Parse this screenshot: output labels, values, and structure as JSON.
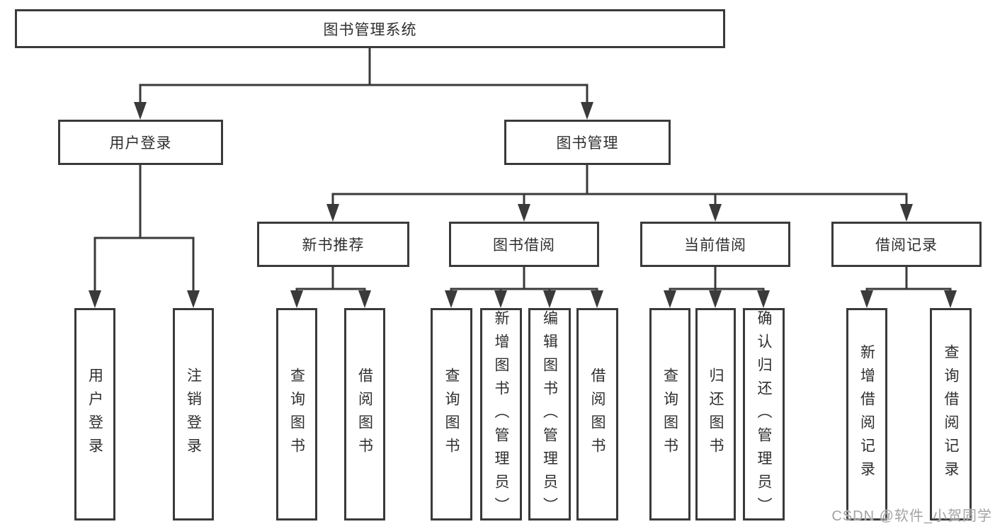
{
  "tree": {
    "root": "图书管理系统",
    "branches": [
      {
        "label": "用户登录",
        "children": [
          "用户登录",
          "注销登录"
        ]
      },
      {
        "label": "图书管理",
        "children": [
          {
            "label": "新书推荐",
            "children": [
              "查询图书",
              "借阅图书"
            ]
          },
          {
            "label": "图书借阅",
            "children": [
              "查询图书",
              "新增图书（管理员）",
              "编辑图书（管理员）",
              "借阅图书"
            ]
          },
          {
            "label": "当前借阅",
            "children": [
              "查询图书",
              "归还图书",
              "确认归还（管理员）"
            ]
          },
          {
            "label": "借阅记录",
            "children": [
              "新增借阅记录",
              "查询借阅记录"
            ]
          }
        ]
      }
    ]
  },
  "watermark": {
    "text": "CSDN @软件_小贺同学"
  },
  "colors": {
    "line": "#3a3a3a",
    "text": "#2f2f2f",
    "box_background": "#ffffff",
    "watermark": "#a3a3a3"
  }
}
